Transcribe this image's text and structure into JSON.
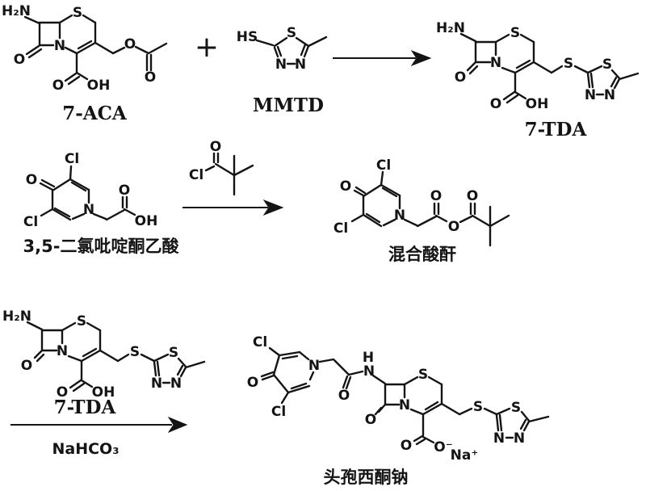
{
  "background_color": "#ffffff",
  "ink_color": "#141414",
  "steps": [
    {
      "id": 1,
      "reactant_1": "7-ACA",
      "operator": "+",
      "reactant_2": "MMTD",
      "product": "7-TDA"
    },
    {
      "id": 2,
      "reactant": "3,5-二氯吡啶酮乙酸",
      "product": "混合酸酐"
    },
    {
      "id": 3,
      "reactant": "7-TDA",
      "reagent_below_arrow": "NaHCO₃",
      "product": "头孢西酮钠"
    }
  ],
  "atom_labels": {
    "amine": "H₂N",
    "sulfur": "S",
    "nitrogen": "N",
    "oxygen": "O",
    "hydroxyl": "OH",
    "thiol": "HS",
    "chlorine": "Cl",
    "hydrogen": "H",
    "carboxylate_o": "O⁻",
    "sodium": "Na⁺"
  }
}
